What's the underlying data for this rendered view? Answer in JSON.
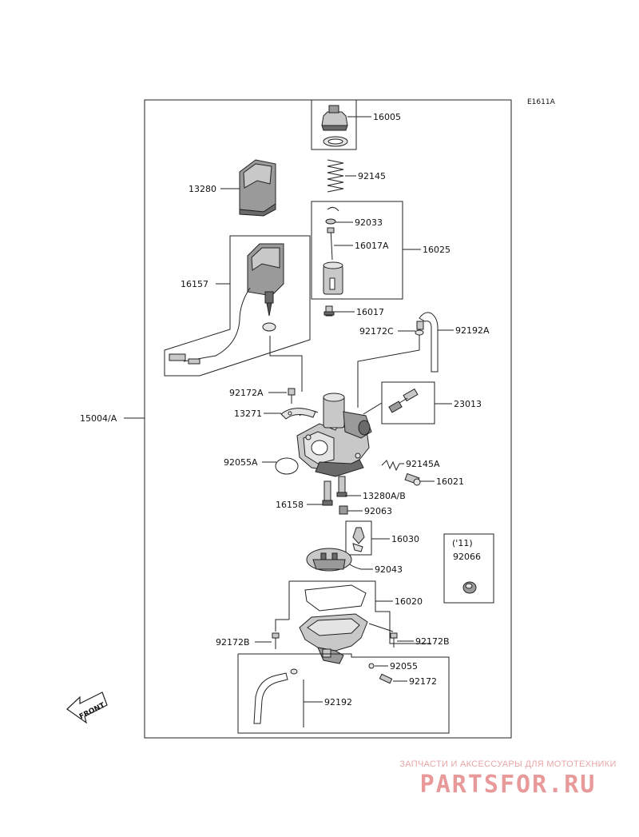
{
  "diagram_code": "E1611A",
  "front_label": "FRONT",
  "assembly_label": "15004/A",
  "variant_label": "('11)",
  "parts": {
    "p16005": "16005",
    "p92145": "92145",
    "p13280": "13280",
    "p92033": "92033",
    "p16017A": "16017A",
    "p16025": "16025",
    "p16157": "16157",
    "p16017": "16017",
    "p92172C": "92172C",
    "p92192A": "92192A",
    "p92172A": "92172A",
    "p13271": "13271",
    "p23013": "23013",
    "p92055A": "92055A",
    "p92145A": "92145A",
    "p16021": "16021",
    "p13280AB": "13280A/B",
    "p16158": "16158",
    "p92063": "92063",
    "p16030": "16030",
    "p92066": "92066",
    "p92043": "92043",
    "p16020": "16020",
    "p92172B_left": "92172B",
    "p92172B_right": "92172B",
    "p92055": "92055",
    "p92172": "92172",
    "p92192": "92192"
  },
  "watermark": {
    "subtitle": "ЗАПЧАСТИ И АКСЕССУАРЫ ДЛЯ МОТОТЕХНИКИ",
    "brand": "PARTSFOR.RU"
  }
}
